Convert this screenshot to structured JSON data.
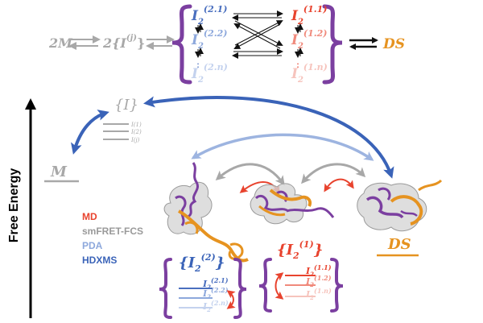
{
  "y_axis_label": "Free Energy",
  "top_scheme": {
    "monomer": "2M",
    "intermediate_pool": "2{I",
    "intermediate_sup": "(j)",
    "intermediate_close": "}",
    "dimer": "DS",
    "left_column": {
      "base": "I",
      "sub": "2",
      "items": [
        {
          "sup": "(2.1)",
          "color": "#4a6fbf"
        },
        {
          "sup": "(2.2)",
          "color": "#8da8dc"
        },
        {
          "sup": "(2.n)",
          "color": "#c4d2ee"
        }
      ]
    },
    "right_column": {
      "base": "I",
      "sub": "2",
      "items": [
        {
          "sup": "(1.1)",
          "color": "#e8432e"
        },
        {
          "sup": "(1.2)",
          "color": "#f08a7c"
        },
        {
          "sup": "(1.n)",
          "color": "#f6c4bd"
        }
      ]
    },
    "dots": ":"
  },
  "energy_levels": {
    "M_label": "M",
    "I_pool_label": "{I}",
    "I_sublevels": [
      "I(1)",
      "I(2)",
      "I(j)"
    ],
    "DS_label": "DS",
    "I2_2_group": {
      "base": "I",
      "sub": "2",
      "sup": "(2)",
      "sublevels": [
        {
          "sup": "(2.1)",
          "color": "#4a6fbf"
        },
        {
          "sup": "(2.2)",
          "color": "#8da8dc"
        },
        {
          "sup": "(2.n)",
          "color": "#c4d2ee"
        }
      ]
    },
    "I2_1_group": {
      "base": "I",
      "sub": "2",
      "sup": "(1)",
      "sublevels": [
        {
          "sup": "(1.1)",
          "color": "#e8432e"
        },
        {
          "sup": "(1.2)",
          "color": "#f08a7c"
        },
        {
          "sup": "(1.n)",
          "color": "#f6c4bd"
        }
      ]
    }
  },
  "legend": [
    {
      "label": "MD",
      "color": "#e8432e"
    },
    {
      "label": "smFRET-FCS",
      "color": "#9a9a9a"
    },
    {
      "label": "PDA",
      "color": "#8da8dc"
    },
    {
      "label": "HDXMS",
      "color": "#3a63b8"
    }
  ],
  "colors": {
    "purple": "#7b3fa0",
    "orange": "#e69320",
    "gray": "#a8a8a8",
    "blue": "#3a63b8",
    "lightblue": "#9db4e0",
    "red": "#e8432e"
  }
}
